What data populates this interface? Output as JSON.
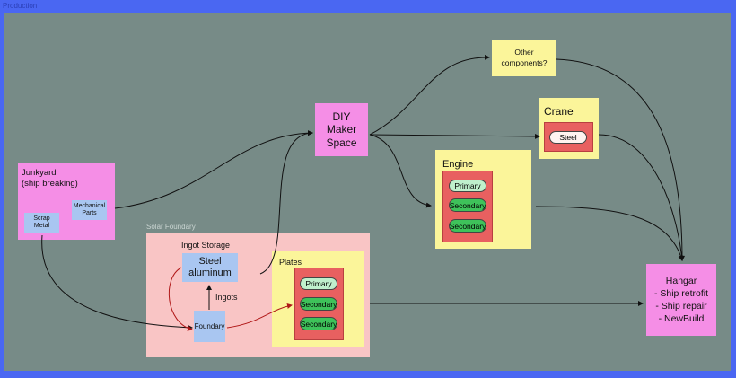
{
  "frame": {
    "label": "Production"
  },
  "nodes": {
    "junkyard": {
      "title": "Junkyard\n(ship breaking)",
      "scrap": "Scrap\nMetal",
      "mechanical": "Mechanical\nParts"
    },
    "diy": {
      "label": "DIY\nMaker\nSpace"
    },
    "other": {
      "label": "Other\ncomponents?"
    },
    "crane": {
      "title": "Crane",
      "steel": "Steel"
    },
    "engine": {
      "title": "Engine",
      "primary": "Primary",
      "secondary1": "Secondary",
      "secondary2": "Secondary"
    },
    "foundry_group": {
      "label": "Solar Foundary"
    },
    "ingot_storage": {
      "label": "Ingot Storage",
      "steel": "Steel\naluminum"
    },
    "ingots": {
      "label": "Ingots"
    },
    "foundary": {
      "label": "Foundary"
    },
    "plates": {
      "title": "Plates",
      "primary": "Primary",
      "secondary1": "Secondary",
      "secondary2": "Secondary"
    },
    "hangar": {
      "label": "Hangar\n- Ship retrofit\n- Ship repair\n- NewBuild"
    }
  },
  "colors": {
    "canvas": "#4a67f2",
    "board": "#778b87",
    "pink": "#f58ee6",
    "yellow": "#fbf59a",
    "red": "#e86060",
    "blue": "#a9c6f1",
    "green": "#3ec25a"
  }
}
